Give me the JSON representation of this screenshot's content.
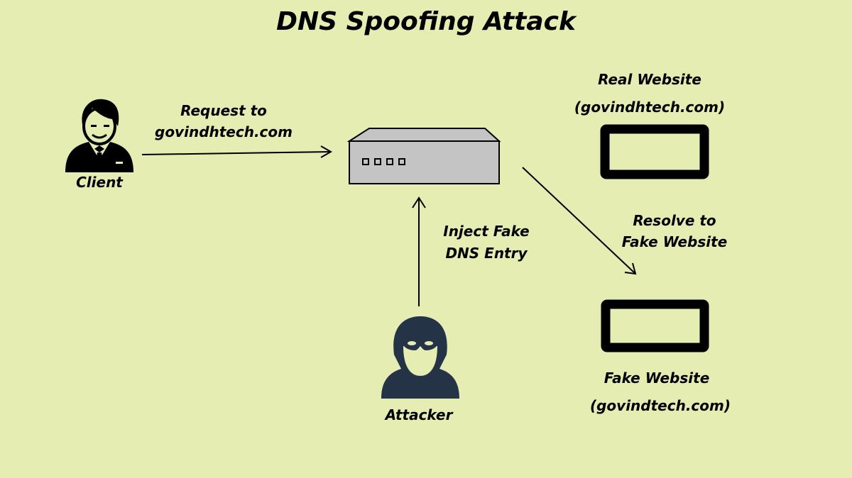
{
  "title": "DNS Spoofing Attack",
  "nodes": {
    "client": {
      "label": "Client",
      "icon": "client-person-icon"
    },
    "dns_server": {
      "label": "",
      "icon": "dns-server-icon",
      "ports": 4
    },
    "attacker": {
      "label": "Attacker",
      "icon": "hooded-attacker-icon"
    },
    "real_website": {
      "label": "Real Website",
      "domain": "(govindhtech.com)",
      "icon": "website-box-icon"
    },
    "fake_website": {
      "label": "Fake Website",
      "domain": "(govindtech.com)",
      "icon": "website-box-icon"
    }
  },
  "edges": {
    "request": {
      "from": "client",
      "to": "dns_server",
      "line1": "Request to",
      "line2": "govindhtech.com"
    },
    "inject": {
      "from": "attacker",
      "to": "dns_server",
      "line1": "Inject Fake",
      "line2": "DNS Entry"
    },
    "resolve": {
      "from": "dns_server",
      "to": "fake_website",
      "line1": "Resolve to",
      "line2": "Fake Website"
    }
  },
  "colors": {
    "background": "#e5edb3",
    "server_fill": "#c4c4c4",
    "attacker": "#253347",
    "ink": "#000000"
  }
}
